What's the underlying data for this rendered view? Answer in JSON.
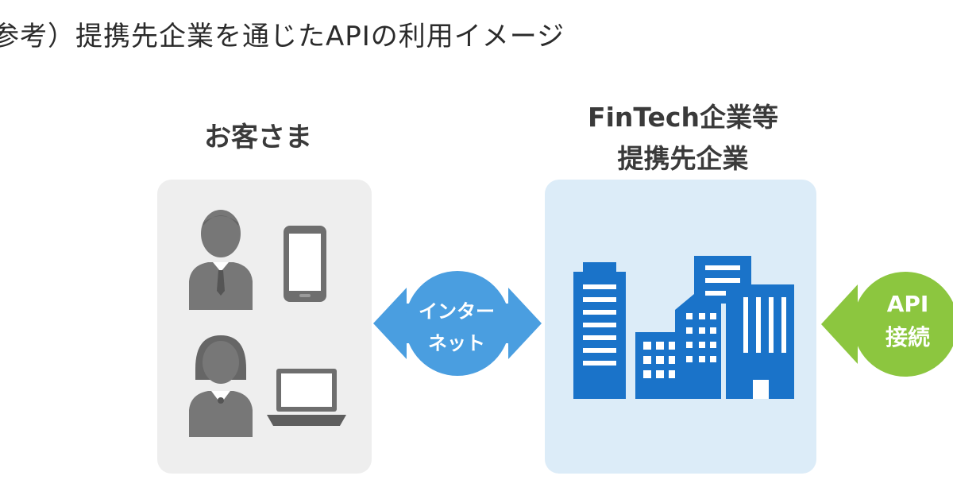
{
  "title": "参考）提携先企業を通じたAPIの利用イメージ",
  "customer": {
    "label": "お客さま"
  },
  "partner": {
    "label_line1": "FinTech企業等",
    "label_line2": "提携先企業"
  },
  "internet": {
    "line1": "インター",
    "line2": "ネット"
  },
  "api": {
    "line1": "API",
    "line2": "接続"
  },
  "colors": {
    "person": "#777777",
    "device": "#6e6e6e",
    "customer_panel": "#eeeeee",
    "partner_panel": "#dcecf8",
    "building": "#1a73c9",
    "internet_arrow": "#4a9ee0",
    "api_arrow": "#8cc63f"
  },
  "icons": [
    "male-user-icon",
    "female-user-icon",
    "smartphone-icon",
    "laptop-icon",
    "buildings-icon"
  ]
}
